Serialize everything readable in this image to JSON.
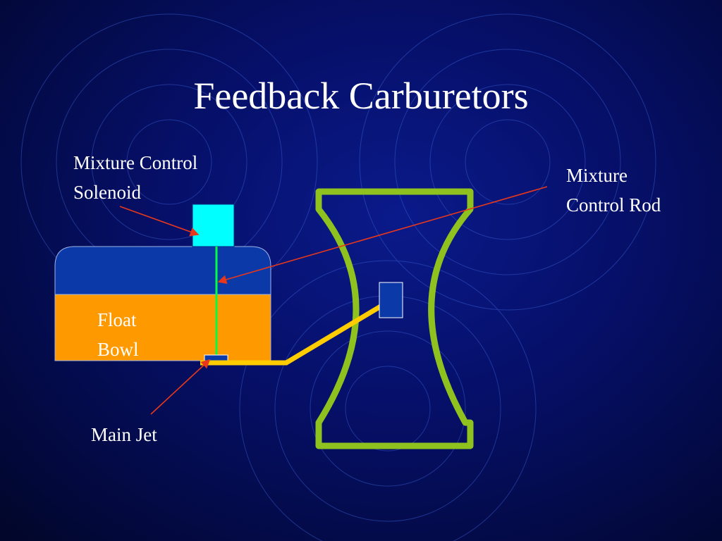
{
  "slide": {
    "title": "Feedback Carburetors"
  },
  "labels": {
    "mixture_control_solenoid": [
      "Mixture Control",
      "Solenoid"
    ],
    "mixture_control_rod": [
      "Mixture",
      "Control Rod"
    ],
    "float_bowl": [
      "Float",
      "Bowl"
    ],
    "main_jet": "Main Jet"
  },
  "colors": {
    "background": "#06106a",
    "venturi_outline": "#8fc21e",
    "float_bowl_fuel": "#ff9900",
    "float_bowl_top": "#0b3aa8",
    "solenoid": "#00ffff",
    "control_rod": "#00ff44",
    "fuel_line": "#ffcc00",
    "pointer_arrow": "#e8381b",
    "discharge_nozzle": "#0b3aa8"
  }
}
